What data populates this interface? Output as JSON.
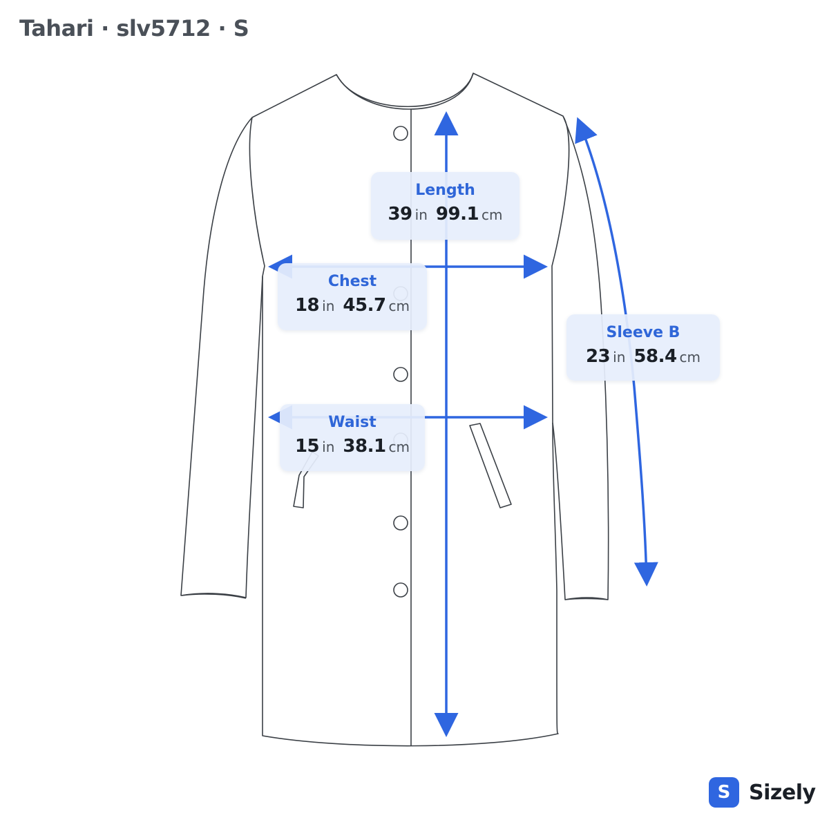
{
  "header": {
    "title": "Tahari · slv5712 · S"
  },
  "colors": {
    "accent": "#2f66e0",
    "outline": "#3a3f45",
    "card_bg": "#e6eefc"
  },
  "garment": {
    "type_icon": "coat-outline-icon"
  },
  "measurements": {
    "length": {
      "label": "Length",
      "in": "39",
      "cm": "99.1",
      "in_unit": "in",
      "cm_unit": "cm"
    },
    "chest": {
      "label": "Chest",
      "in": "18",
      "cm": "45.7",
      "in_unit": "in",
      "cm_unit": "cm"
    },
    "sleeve": {
      "label": "Sleeve B",
      "in": "23",
      "cm": "58.4",
      "in_unit": "in",
      "cm_unit": "cm"
    },
    "waist": {
      "label": "Waist",
      "in": "15",
      "cm": "38.1",
      "in_unit": "in",
      "cm_unit": "cm"
    }
  },
  "brand": {
    "logo_letter": "S",
    "name": "Sizely"
  }
}
